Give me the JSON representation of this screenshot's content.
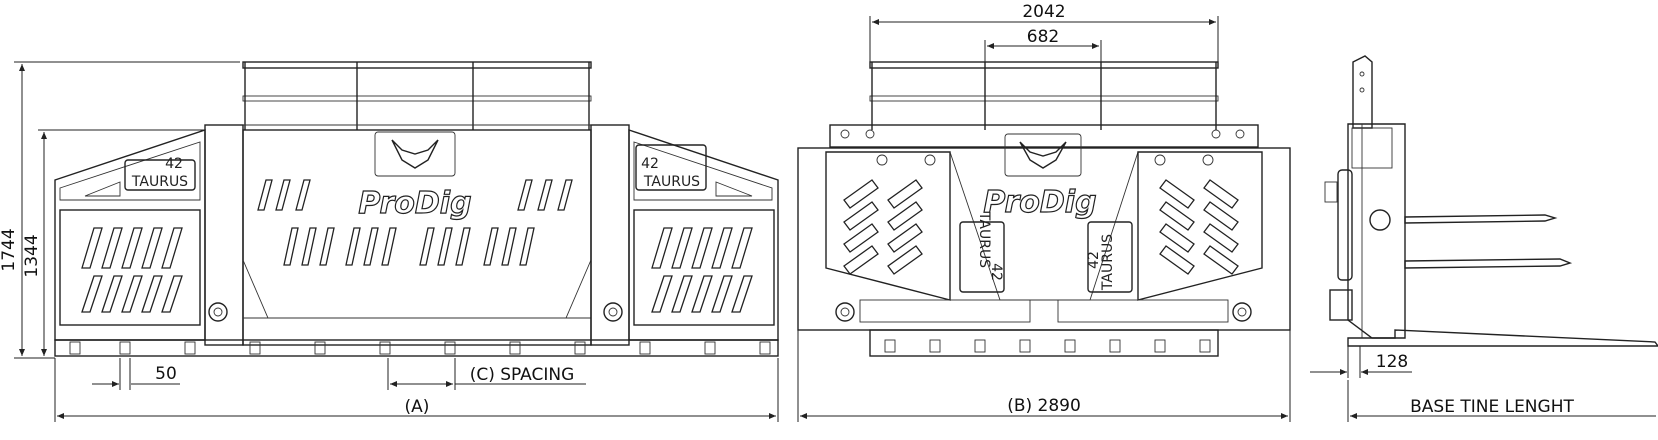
{
  "dimensions": {
    "height_total": "1744",
    "height_bucket": "1344",
    "tine_width": "50",
    "spacing": "(C) SPACING",
    "overall_width": "(A)",
    "top_width": "2042",
    "mid_width": "682",
    "bucket_width": "(B) 2890",
    "tine_offset": "128",
    "tine_length": "BASE TINE LENGHT"
  },
  "branding": {
    "logo": "ProDig",
    "model_number": "42",
    "model_name": "TAURUS"
  }
}
